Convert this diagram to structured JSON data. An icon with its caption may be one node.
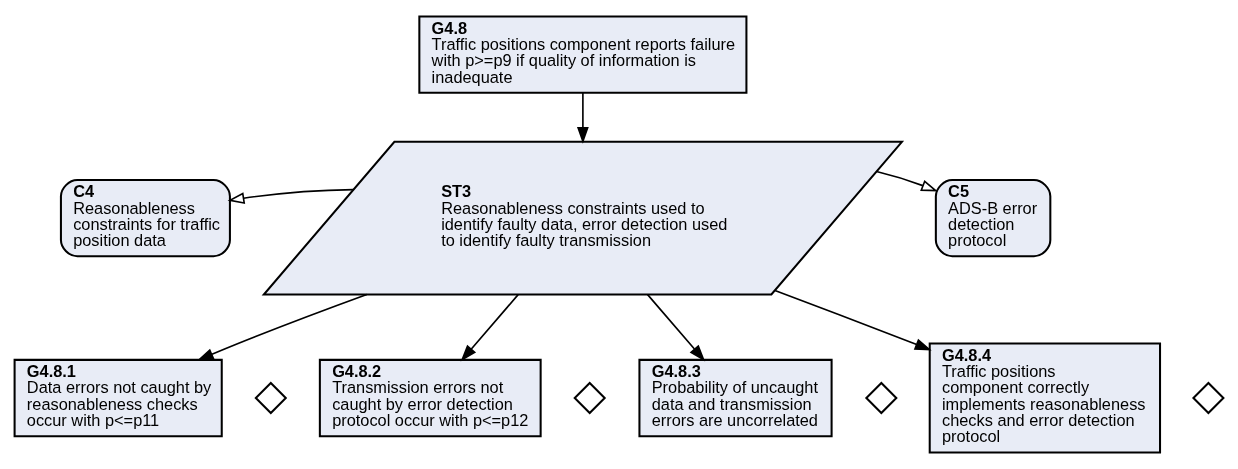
{
  "diagram": {
    "nodes": [
      {
        "text": [
          "G4.8",
          "Traffic positions component reports failure with p>=p9 if quality of information is inadequate"
        ]
      },
      {
        "text": [
          "C4",
          "Reasonableness constraints for traffic position data"
        ]
      },
      {
        "text": [
          "ST3",
          "Reasonableness constraints used to identify faulty data, error detection used to identify faulty transmission"
        ]
      },
      {
        "text": [
          "C5",
          "ADS-B error detection protocol"
        ]
      },
      {
        "text": [
          "G4.8.1",
          "Data errors not caught by reasonableness checks occur with p<=p11"
        ]
      },
      {
        "text": [
          "G4.8.2",
          "Transmission errors not caught by error detection protocol occur with p<=p12"
        ]
      },
      {
        "text": [
          "G4.8.3",
          "Probability of uncaught data and transmission errors are uncorrelated"
        ]
      },
      {
        "text": [
          "G4.8.4",
          "Traffic positions component correctly implements reasonableness checks and error detection protocol"
        ]
      },
      {
        "text": [],
        "shape": "diamond"
      },
      {
        "text": [],
        "shape": "diamond"
      },
      {
        "text": [],
        "shape": "diamond"
      },
      {
        "text": [],
        "shape": "diamond"
      }
    ],
    "edges": [
      {
        "from": 0,
        "to": 2,
        "arrow": "to"
      },
      {
        "from": 2,
        "to": 1,
        "arrow": "to"
      },
      {
        "from": 2,
        "to": 3,
        "arrow": "to"
      },
      {
        "from": 2,
        "to": 4,
        "arrow": "to"
      },
      {
        "from": 2,
        "to": 5,
        "arrow": "to"
      },
      {
        "from": 2,
        "to": 6,
        "arrow": "to"
      },
      {
        "from": 2,
        "to": 7,
        "arrow": "to"
      }
    ]
  }
}
